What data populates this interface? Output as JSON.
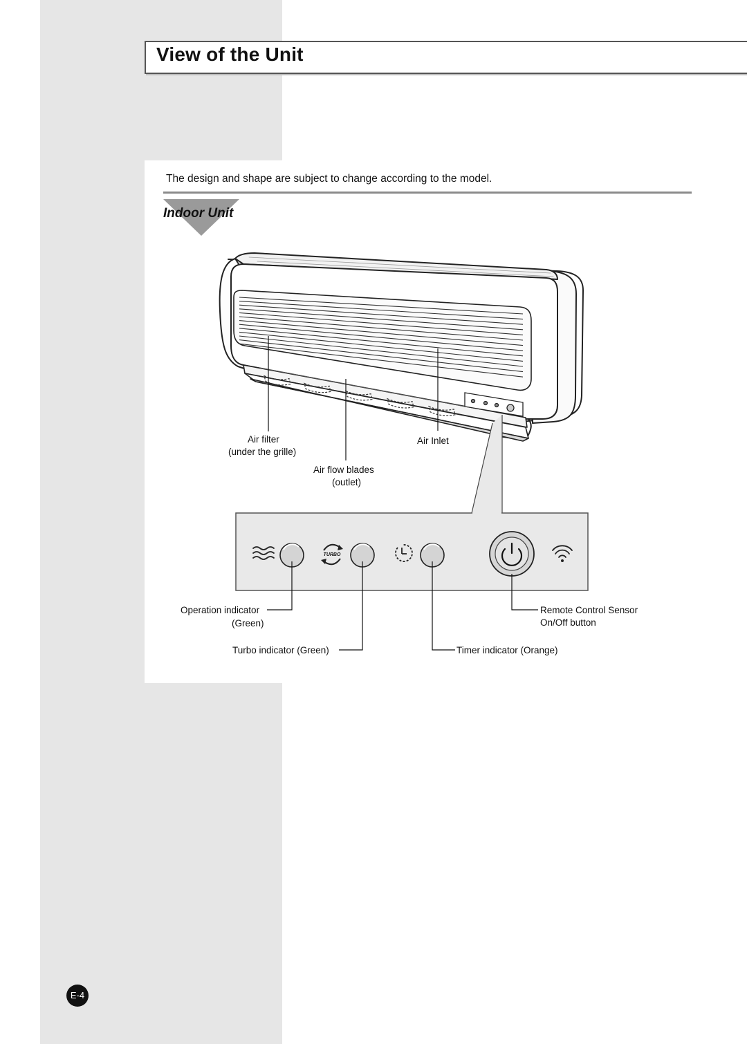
{
  "page": {
    "title": "View of the Unit",
    "note": "The design and shape are subject to change according to the model.",
    "section_title": "Indoor Unit",
    "page_number": "E-4"
  },
  "unit_labels": {
    "air_filter_line1": "Air filter",
    "air_filter_line2": "(under the grille)",
    "air_inlet": "Air Inlet",
    "air_flow_line1": "Air flow blades",
    "air_flow_line2": "(outlet)"
  },
  "panel_labels": {
    "turbo_badge": "TURBO",
    "operation_line1": "Operation indicator",
    "operation_line2": "(Green)",
    "turbo_indicator": "Turbo indicator (Green)",
    "timer_indicator": "Timer indicator (Orange)",
    "remote_sensor": "Remote Control Sensor",
    "onoff_button": "On/Off button"
  },
  "colors": {
    "side_band": "#e6e6e6",
    "panel_fill": "#e9e9e9",
    "indicator_fill": "#d4d4d4",
    "line": "#222222"
  },
  "icons": [
    "airflow-icon",
    "turbo-icon",
    "timer-icon",
    "power-icon",
    "remote-sensor-icon"
  ]
}
